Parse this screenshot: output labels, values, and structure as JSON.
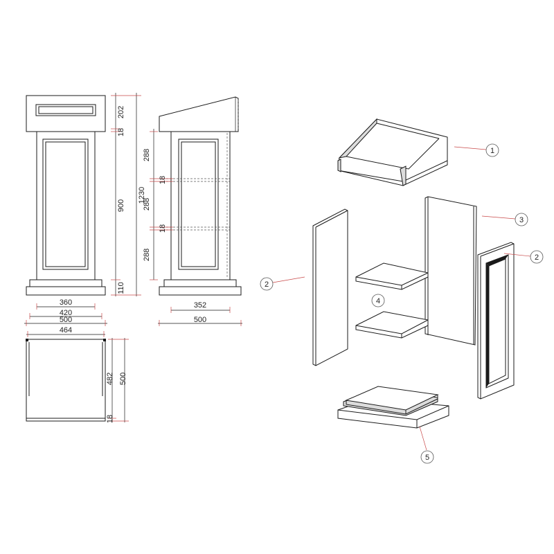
{
  "dimensions": {
    "front_height_202": "202",
    "front_height_18": "18",
    "front_height_900": "900",
    "front_height_110": "110",
    "front_height_1230": "1230",
    "front_width_360": "360",
    "front_width_420": "420",
    "front_width_500": "500",
    "side_height_288_a": "288",
    "side_height_18_a": "18",
    "side_height_288_b": "288",
    "side_height_18_b": "18",
    "side_height_288_c": "288",
    "side_width_352": "352",
    "side_width_500": "500",
    "plan_width_464": "464",
    "plan_depth_482": "482",
    "plan_depth_500": "500",
    "plan_depth_18": "18"
  },
  "callouts": {
    "c1": "1",
    "c2_left": "2",
    "c2_right": "2",
    "c3": "3",
    "c4": "4",
    "c5": "5"
  }
}
